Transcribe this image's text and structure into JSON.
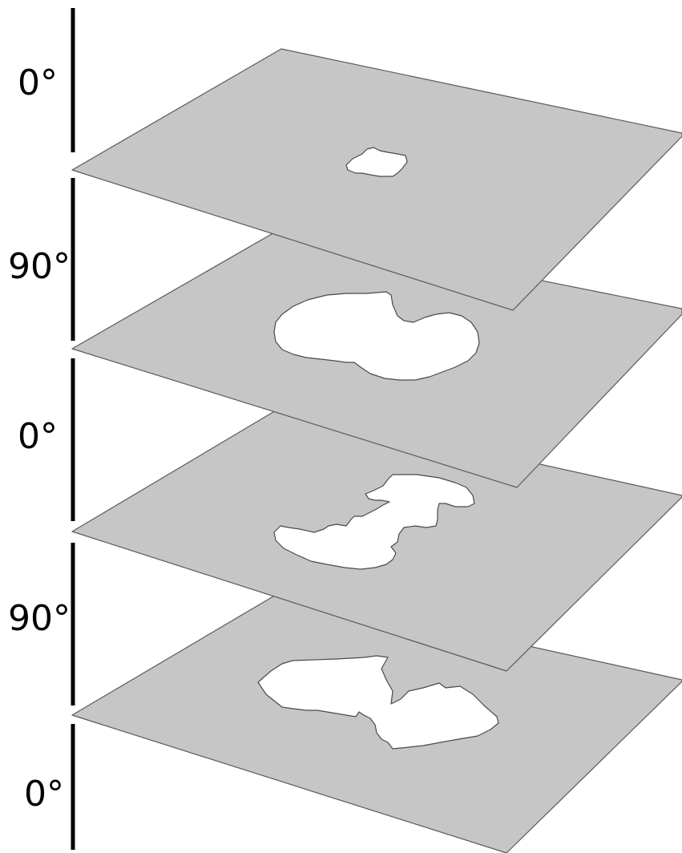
{
  "layers": [
    {
      "angle": "0°"
    },
    {
      "angle": "90°"
    },
    {
      "angle": "0°"
    },
    {
      "angle": "90°"
    },
    {
      "angle": "0°"
    }
  ],
  "colors": {
    "plate": "#c6c6c6",
    "plate_edge": "#5a5a5a",
    "delamination": "#ffffff",
    "divider": "#000000"
  }
}
